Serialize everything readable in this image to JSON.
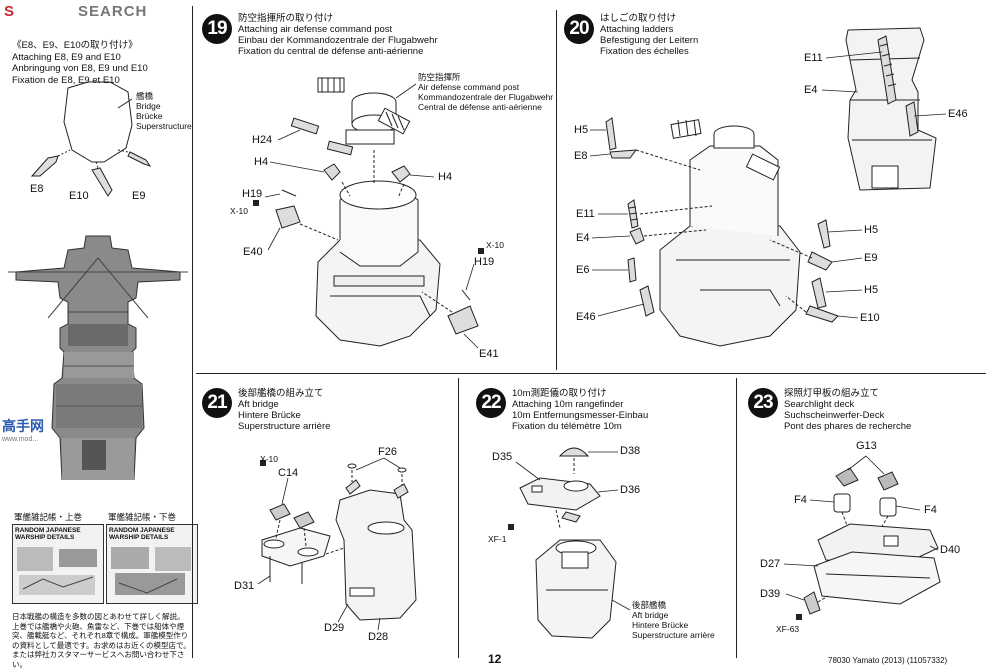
{
  "watermark": {
    "brand_left": "S",
    "brand_right": "SEARCH",
    "site_cn": "高手网",
    "site_url": "www.mod..."
  },
  "sidebar": {
    "step_title_jp": "《E8、E9、E10の取り付け》",
    "step_title_en": "Attaching E8, E9 and E10",
    "step_title_de": "Anbringung von E8, E9 und E10",
    "step_title_fr": "Fixation de E8, E9 et E10",
    "bridge_jp": "艦橋",
    "bridge_en": "Bridge",
    "bridge_de": "Brücke",
    "bridge_fr": "Superstructure",
    "parts": [
      "E8",
      "E10",
      "E9"
    ],
    "books": {
      "title1": "軍艦雑記帳・上巻",
      "title2": "軍艦雑記帳・下巻",
      "cover1": "RANDOM JAPANESE WARSHIP DETAILS",
      "cover2": "RANDOM JAPANESE WARSHIP DETAILS"
    },
    "note_lines": [
      "日本戦艦の構造を多数の図とあわせて詳しく解説。",
      "上巻では艦橋や火砲、魚雷など、下巻では船体や煙",
      "突、艦載艇など、それぞれ8章で構成。軍艦模型作り",
      "の資料として最適です。お求めはお近くの模型店で。",
      "または弊社カスタマーサービスへお問い合わせ下さい。"
    ]
  },
  "steps": [
    {
      "num": "19",
      "jp": "防空指揮所の取り付け",
      "en": "Attaching air defense command post",
      "de": "Einbau der Kommandozentrale der Flugabwehr",
      "fr": "Fixation du central de défense anti-aérienne",
      "callout_jp": "防空指揮所",
      "callout_en": "Air defense command post",
      "callout_de": "Kommandozentrale der Flugabwehr",
      "callout_fr": "Central de défense anti-aérienne",
      "labels": [
        "H24",
        "H4",
        "H4",
        "H19",
        "X-10",
        "E40",
        "X-10",
        "H19",
        "E41"
      ]
    },
    {
      "num": "20",
      "jp": "はしごの取り付け",
      "en": "Attaching ladders",
      "de": "Befestigung der Leitern",
      "fr": "Fixation des échelles",
      "labels": [
        "H5",
        "E8",
        "E11",
        "E4",
        "E6",
        "E46",
        "H5",
        "E9",
        "H5",
        "E10"
      ],
      "inset_labels": [
        "E11",
        "E4",
        "E46"
      ]
    },
    {
      "num": "21",
      "jp": "後部艦橋の組み立て",
      "en": "Aft bridge",
      "de": "Hintere Brücke",
      "fr": "Superstructure arrière",
      "labels": [
        "X-10",
        "C14",
        "F26",
        "D31",
        "D29",
        "D28"
      ]
    },
    {
      "num": "22",
      "jp": "10m測距儀の取り付け",
      "en": "Attaching 10m rangefinder",
      "de": "10m Entfernungsmesser-Einbau",
      "fr": "Fixation du télémètre 10m",
      "labels": [
        "D35",
        "D38",
        "D36",
        "XF-1"
      ],
      "callout_jp": "後部艦橋",
      "callout_en": "Aft bridge",
      "callout_de": "Hintere Brücke",
      "callout_fr": "Superstructure arrière"
    },
    {
      "num": "23",
      "jp": "探照灯甲板の組み立て",
      "en": "Searchlight deck",
      "de": "Suchscheinwerfer-Deck",
      "fr": "Pont des phares de recherche",
      "labels": [
        "G13",
        "F4",
        "F4",
        "D40",
        "D27",
        "D39",
        "XF-63"
      ]
    }
  ],
  "footer": {
    "page_number": "12",
    "kit_info": "78030 Yamato (2013) (11057332)"
  }
}
